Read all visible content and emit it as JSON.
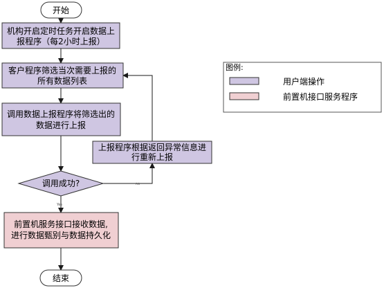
{
  "flowchart": {
    "start_label": "开始",
    "step1_line1": "机构开启定时任务开启数据上",
    "step1_line2": "报程序（每2小时上报）",
    "step2_line1": "客户程序筛选当次需要上报的",
    "step2_line2": "所有数据列表",
    "step3_line1": "调用数据上报程序将筛选出的",
    "step3_line2": "数据进行上报",
    "retry_line1": "上报程序根据返回异常信息进",
    "retry_line2": "行重新上报",
    "decision_label": "调用成功?",
    "yes_label": "Yes",
    "no_label": "no",
    "server_line1": "前置机服务接口接收数据,",
    "server_line2": "进行数据甄别与数据持久化",
    "end_label": "结束"
  },
  "legend": {
    "title": "图例:",
    "items": [
      {
        "label": "用户端操作",
        "color": "#cfc6e2"
      },
      {
        "label": "前置机接口服务程序",
        "color": "#f0cfd2"
      }
    ]
  },
  "colors": {
    "user_fill": "#cfc6e2",
    "server_fill": "#f0cfd2",
    "stroke": "#333333"
  }
}
